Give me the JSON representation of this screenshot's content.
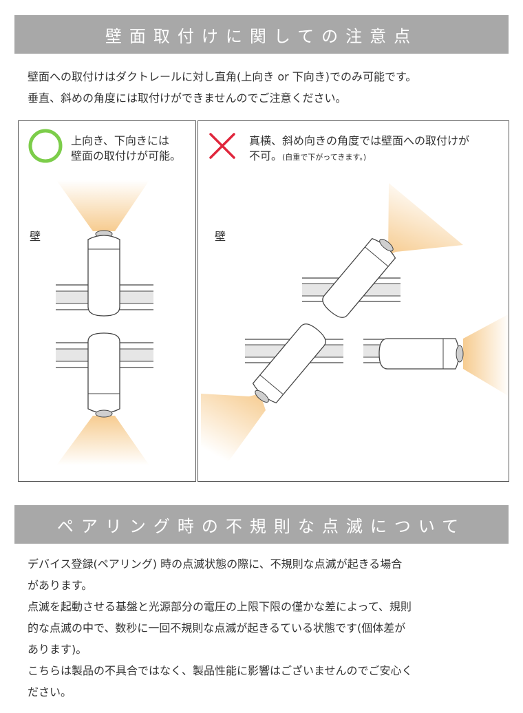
{
  "section1": {
    "title": "壁面取付けに関しての注意点",
    "intro_lines": [
      "壁面への取付けはダクトレールに対し直角(上向き or 下向き)でのみ可能です。",
      "垂直、斜めの角度には取付けができませんのでご注意ください。"
    ],
    "ok_panel": {
      "icon": "circle-ok-icon",
      "caption_lines": [
        "上向き、下向きには",
        "壁面の取付けが可能。"
      ],
      "wall_label": "壁"
    },
    "ng_panel": {
      "icon": "cross-ng-icon",
      "caption_line1": "真横、斜め向きの角度では壁面への取付けが",
      "caption_line2_main": "不可。",
      "caption_line2_note": "(自重で下がってきます。)",
      "wall_label": "壁"
    }
  },
  "section2": {
    "title": "ペアリング時の不規則な点滅について",
    "body_lines": [
      "デバイス登録(ペアリング) 時の点滅状態の際に、不規則な点滅が起きる場合",
      "があります。",
      "点滅を起動させる基盤と光源部分の電圧の上限下限の僅かな差によって、規則",
      "的な点滅の中で、数秒に一回不規則な点滅が起きるている状態です(個体差が",
      "あります)。",
      "こちらは製品の不具合ではなく、製品性能に影響はございませんのでご安心く",
      "ださい。"
    ]
  },
  "colors": {
    "banner": "#a8a8a8",
    "ok_green": "#7ccd4a",
    "ng_red": "#e0263c",
    "light_glow": "#f6c98a"
  }
}
